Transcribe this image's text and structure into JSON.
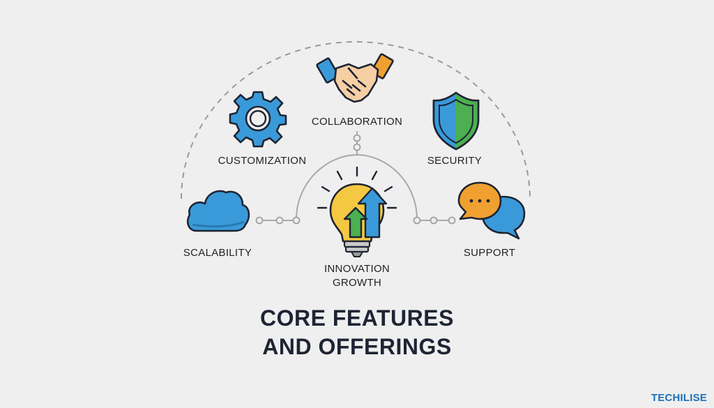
{
  "features": {
    "collaboration": {
      "label": "COLLABORATION",
      "icon": "handshake-icon"
    },
    "customization": {
      "label": "CUSTOMIZATION",
      "icon": "gear-icon"
    },
    "security": {
      "label": "SECURITY",
      "icon": "shield-icon"
    },
    "scalability": {
      "label": "SCALABILITY",
      "icon": "cloud-icon"
    },
    "innovation": {
      "label_line1": "INNOVATION",
      "label_line2": "GROWTH",
      "icon": "lightbulb-growth-icon"
    },
    "support": {
      "label": "SUPPORT",
      "icon": "chat-bubbles-icon"
    }
  },
  "title": {
    "line1": "CORE FEATURES",
    "line2": "AND OFFERINGS"
  },
  "brand": "TECHILISE",
  "colors": {
    "background": "#efefef",
    "blue": "#3a9ad9",
    "green": "#4caf50",
    "orange": "#f0a030",
    "yellow": "#f5c842",
    "dark": "#1e2433",
    "connector": "#a9a9a9"
  }
}
